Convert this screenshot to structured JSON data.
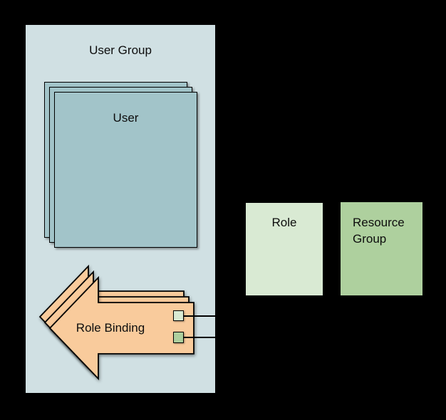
{
  "diagram": {
    "background_color": "#000000",
    "user_group": {
      "label": "User Group",
      "fill": "#d0e0e3",
      "users": {
        "label": "User",
        "fill": "#a2c4c9",
        "stack_count": 3
      }
    },
    "role_binding": {
      "label": "Role Binding",
      "fill": "#f9cb9c",
      "stack_count": 3,
      "ports": [
        {
          "name": "role-port",
          "fill": "#d9ead3"
        },
        {
          "name": "resource-group-port",
          "fill": "#aed09e"
        }
      ],
      "connector_color": "#000000"
    },
    "role": {
      "label": "Role",
      "fill": "#d9ead3"
    },
    "resource_group": {
      "label": "Resource Group",
      "fill": "#aed09e"
    }
  }
}
